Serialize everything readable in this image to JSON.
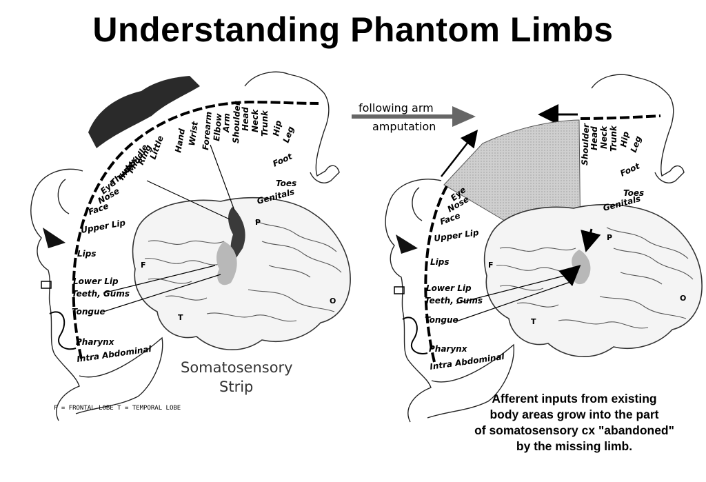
{
  "title": "Understanding Phantom Limbs",
  "left_map": {
    "labels": [
      "Little",
      "Ring",
      "Middle",
      "Index",
      "Thumb",
      "Eye",
      "Nose",
      "Face",
      "Upper Lip",
      "Lips",
      "Lower Lip",
      "Teeth, Gums",
      "Tongue",
      "Pharynx",
      "Intra Abdominal",
      "Hand",
      "Wrist",
      "Forearm",
      "Elbow",
      "Arm",
      "Shoulder",
      "Head",
      "Neck",
      "Trunk",
      "Hip",
      "Leg",
      "Foot",
      "Toes",
      "Genitals"
    ],
    "lobes": [
      "F",
      "T",
      "P",
      "O"
    ],
    "caption_line1": "Somatosensory",
    "caption_line2": "Strip",
    "legend": "F = FRONTAL LOBE   T = TEMPORAL LOBE"
  },
  "arrow_label_line1": "following arm",
  "arrow_label_line2": "amputation",
  "right_map": {
    "labels": [
      "Eye",
      "Nose",
      "Face",
      "Upper Lip",
      "Lips",
      "Lower Lip",
      "Teeth, Gums",
      "Tongue",
      "Pharynx",
      "Intra Abdominal",
      "Shoulder",
      "Head",
      "Neck",
      "Trunk",
      "Hip",
      "Leg",
      "Foot",
      "Toes",
      "Genitals"
    ],
    "lobes": [
      "F",
      "T",
      "P",
      "O"
    ]
  },
  "caption_lines": [
    "Afferent inputs from existing",
    "body areas grow into the part",
    "of somatosensory cx \"abandoned\"",
    "by the missing limb."
  ],
  "colors": {
    "shaded_region": "#c8c8c8",
    "dark_activation": "#3a3a3a",
    "body_silhouette": "#2a2a2a"
  }
}
